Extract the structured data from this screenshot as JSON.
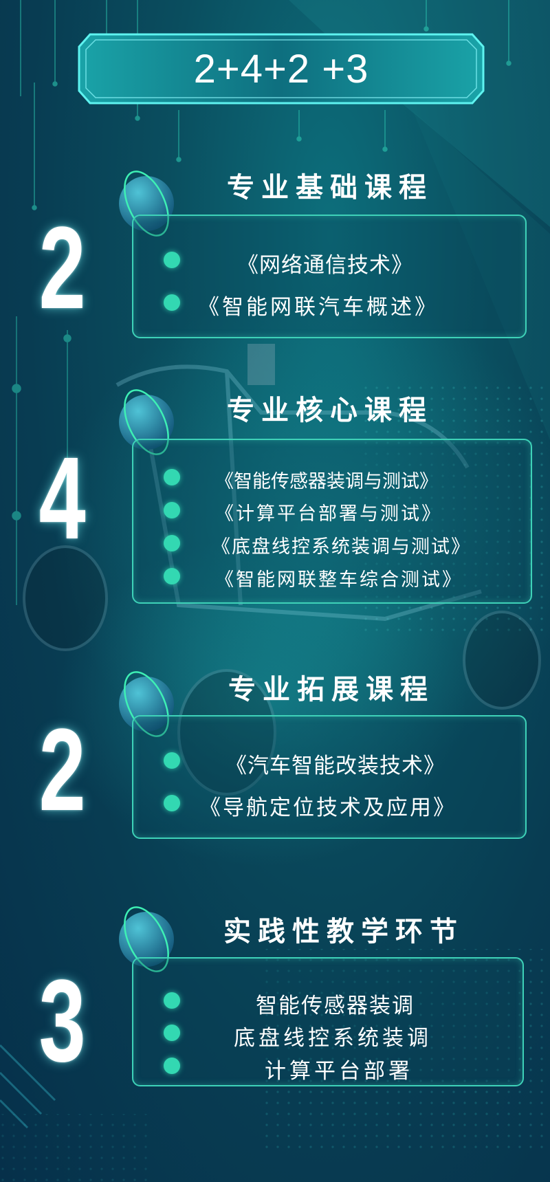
{
  "header": {
    "formula": "2+4+2 +3"
  },
  "sections": [
    {
      "number": "2",
      "title": "专业基础课程",
      "items": [
        "《网络通信技术》",
        "《智能网联汽车概述》"
      ]
    },
    {
      "number": "4",
      "title": "专业核心课程",
      "items": [
        "《智能传感器装调与测试》",
        "《计算平台部署与测试》",
        "《底盘线控系统装调与测试》",
        "《智能网联整车综合测试》"
      ]
    },
    {
      "number": "2",
      "title": "专业拓展课程",
      "items": [
        "《汽车智能改装技术》",
        "《导航定位技术及应用》"
      ]
    },
    {
      "number": "3",
      "title": "实践性教学环节",
      "items": [
        "智能传感器装调",
        "底盘线控系统装调",
        "计算平台部署"
      ]
    }
  ],
  "colors": {
    "accent": "#3ed2b8",
    "dot": "#33d8b2",
    "background": "#0a4e5f"
  }
}
